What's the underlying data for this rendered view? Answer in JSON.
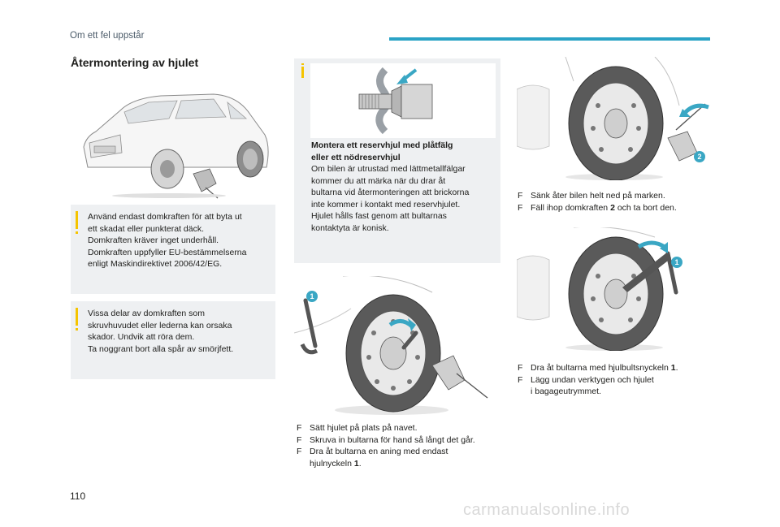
{
  "header": {
    "section": "Om ett fel uppstår"
  },
  "page": {
    "number": "110"
  },
  "title": "Återmontering av hjulet",
  "note1": {
    "lines": [
      "Använd endast domkraften för att byta ut",
      "ett skadat eller punkterat däck.",
      "Domkraften kräver inget underhåll.",
      "Domkraften uppfyller EU-bestämmelserna",
      "enligt Maskindirektivet 2006/42/EG."
    ]
  },
  "note2": {
    "lines": [
      "Vissa delar av domkraften som",
      "skruvhuvudet eller lederna kan orsaka",
      "skador. Undvik att röra dem.",
      "Ta noggrant bort alla spår av smörjfett."
    ]
  },
  "info": {
    "heading_lines": [
      "Montera ett reservhjul med plåtfälg",
      "eller ett nödreservhjul"
    ],
    "body_lines": [
      "Om bilen är utrustad med lättmetallfälgar",
      "kommer du att märka när du drar åt",
      "bultarna vid återmonteringen att brickorna",
      "inte kommer i kontakt med reservhjulet.",
      "Hjulet hålls fast genom att bultarnas",
      "kontaktyta är konisk."
    ]
  },
  "steps_middle": [
    {
      "text": "Sätt hjulet på plats på navet."
    },
    {
      "text": "Skruva in bultarna för hand så långt det går."
    },
    {
      "text": "Dra åt bultarna en aning med endast",
      "text2": "hjulnyckeln ",
      "bold": "1",
      "end": "."
    }
  ],
  "steps_right_top": [
    {
      "text": "Sänk åter bilen helt ned på marken."
    },
    {
      "text": "Fäll ihop domkraften ",
      "bold": "2",
      "end": " och ta bort den."
    }
  ],
  "steps_right_bottom": [
    {
      "text": "Dra åt bultarna med hjulbultsnyckeln ",
      "bold": "1",
      "end": "."
    },
    {
      "text": "Lägg undan verktygen och hjulet",
      "text2": "i bagageutrymmet."
    }
  ],
  "bullet_glyph": "F",
  "callouts": {
    "one": "1",
    "two": "2"
  },
  "watermark": "carmanualsonline.info",
  "colors": {
    "accent": "#2aa3c6",
    "note": "#f5c400",
    "callout": "#3aa7c4",
    "box": "#eef0f2"
  }
}
